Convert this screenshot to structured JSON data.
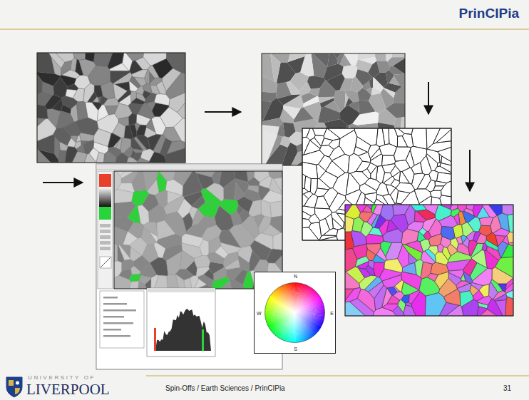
{
  "diagram": {
    "title": "PrinCIPia",
    "nodes": [
      {
        "text": [
          "N",
          "W",
          "E",
          "S"
        ]
      }
    ],
    "labels": [
      "UNIVERSITY OF",
      "LIVERPOOL",
      "Spin-Offs / Earth Sciences / PrinCIPia",
      "31"
    ]
  }
}
